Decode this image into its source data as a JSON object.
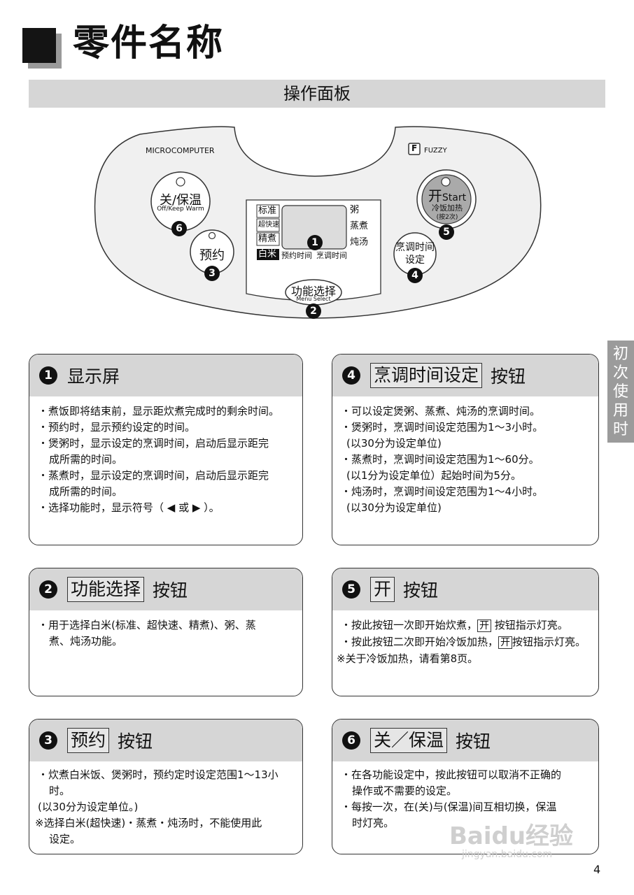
{
  "header": {
    "title": "零件名称",
    "section": "操作面板"
  },
  "side_tab": [
    "初",
    "次",
    "使",
    "用",
    "时"
  ],
  "panel": {
    "brand_left": "MICROCOMPUTER",
    "brand_right": "FUZZY",
    "brand_right_logo": "F",
    "btn_off": {
      "main": "关/保温",
      "sub": "Off/Keep Warm",
      "num": "6"
    },
    "btn_timer": {
      "main": "预约",
      "num": "3"
    },
    "btn_start": {
      "main": "开",
      "main_en": "Start",
      "sub1": "冷饭加热",
      "sub2": "(按2次)",
      "num": "5"
    },
    "btn_cooktime": {
      "line1": "烹调时间",
      "line2": "设定",
      "num": "4"
    },
    "btn_menu": {
      "main": "功能选择",
      "sub": "Menu Select",
      "num": "2"
    },
    "display": {
      "num": "1",
      "left_labels": [
        "标准",
        "超快速",
        "精煮"
      ],
      "white_rice": "白米",
      "bottom_labels": [
        "预约时间",
        "烹调时间"
      ],
      "right_labels": [
        "粥",
        "蒸煮",
        "炖汤"
      ]
    }
  },
  "cards": {
    "c1": {
      "num": "1",
      "title": "显示屏",
      "lines": [
        "・煮饭即将结束前，显示距炊煮完成时的剩余时间。",
        "・预约时，显示预约设定的时间。",
        "・煲粥时，显示设定的烹调时间，启动后显示距完",
        "成所需的时间。",
        "・蒸煮时，显示设定的烹调时间，启动后显示距完",
        "成所需的时间。",
        "・选择功能时，显示符号（ ◀ 或 ▶ ）。"
      ]
    },
    "c2": {
      "num": "2",
      "title": "功能选择",
      "suffix": "按钮",
      "lines": [
        "・用于选择白米(标准、超快速、精煮)、粥、蒸",
        "煮、炖汤功能。"
      ]
    },
    "c3": {
      "num": "3",
      "title": "预约",
      "suffix": "按钮",
      "lines": [
        "・炊煮白米饭、煲粥时，预约定时设定范围1～13小",
        "时。",
        "(以30分为设定单位。)",
        "※选择白米(超快速)・蒸煮・炖汤时，不能使用此",
        "设定。"
      ]
    },
    "c4": {
      "num": "4",
      "title": "烹调时间设定",
      "suffix": "按钮",
      "lines": [
        "・可以设定煲粥、蒸煮、炖汤的烹调时间。",
        "・煲粥时，烹调时间设定范围为1～3小时。",
        "(以30分为设定单位)",
        "・蒸煮时，烹调时间设定范围为1～60分。",
        "(以1分为设定单位）起始时间为5分。",
        "・炖汤时，烹调时间设定范围为1～4小时。",
        "(以30分为设定单位)"
      ]
    },
    "c5": {
      "num": "5",
      "title": "开",
      "suffix": "按钮",
      "line1_a": "・按此按钮一次即开始炊煮，",
      "line1_box": "开",
      "line1_b": " 按钮指示灯亮。",
      "line2_a": "・按此按钮二次即开始冷饭加热，",
      "line2_box": "开",
      "line2_b": "按钮指示灯亮。",
      "line3": "※关于冷饭加热，请看第8页。"
    },
    "c6": {
      "num": "6",
      "title": "关／保温",
      "suffix": "按钮",
      "lines": [
        "・在各功能设定中，按此按钮可以取消不正确的",
        "操作或不需要的设定。",
        "・每按一次，在(关)与(保温)间互相切换，保温",
        "时灯亮。"
      ]
    }
  },
  "page_number": "4",
  "watermark": {
    "main": "Baidu经验",
    "sub": "jingyan.baidu.com"
  }
}
